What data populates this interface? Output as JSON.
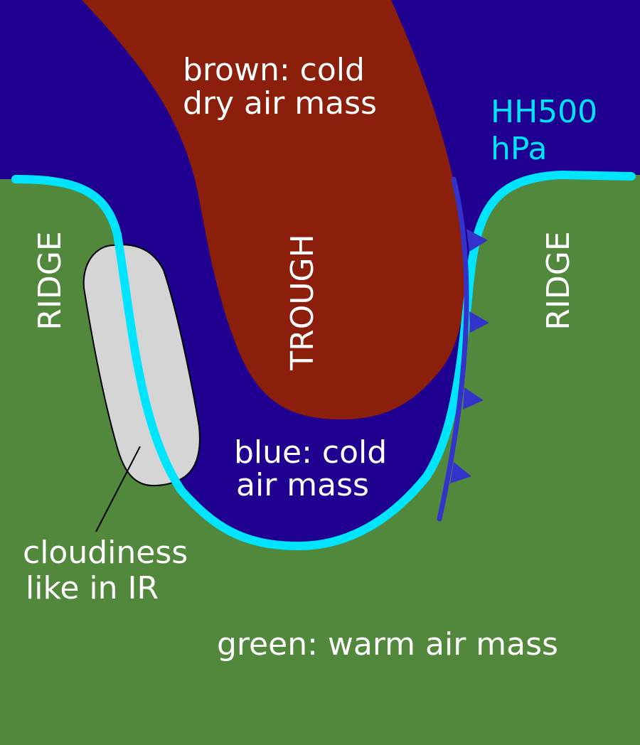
{
  "colors": {
    "cold_mass": "#1f0090",
    "dry_mass": "#8b1f0c",
    "warm_mass": "#52883c",
    "height_line": "#00e5ff",
    "cold_front": "#3333cc",
    "cloud": "#d5d5d5"
  },
  "labels": {
    "brown_line1": "brown: cold",
    "brown_line2": "dry air mass",
    "hh500_line1": "HH500",
    "hh500_line2": "hPa",
    "ridge_left": "RIDGE",
    "trough": "TROUGH",
    "ridge_right": "RIDGE",
    "blue_line1": "blue: cold",
    "blue_line2": "air mass",
    "cloud_line1": "cloudiness",
    "cloud_line2": "like in IR",
    "green": "green: warm air mass"
  }
}
